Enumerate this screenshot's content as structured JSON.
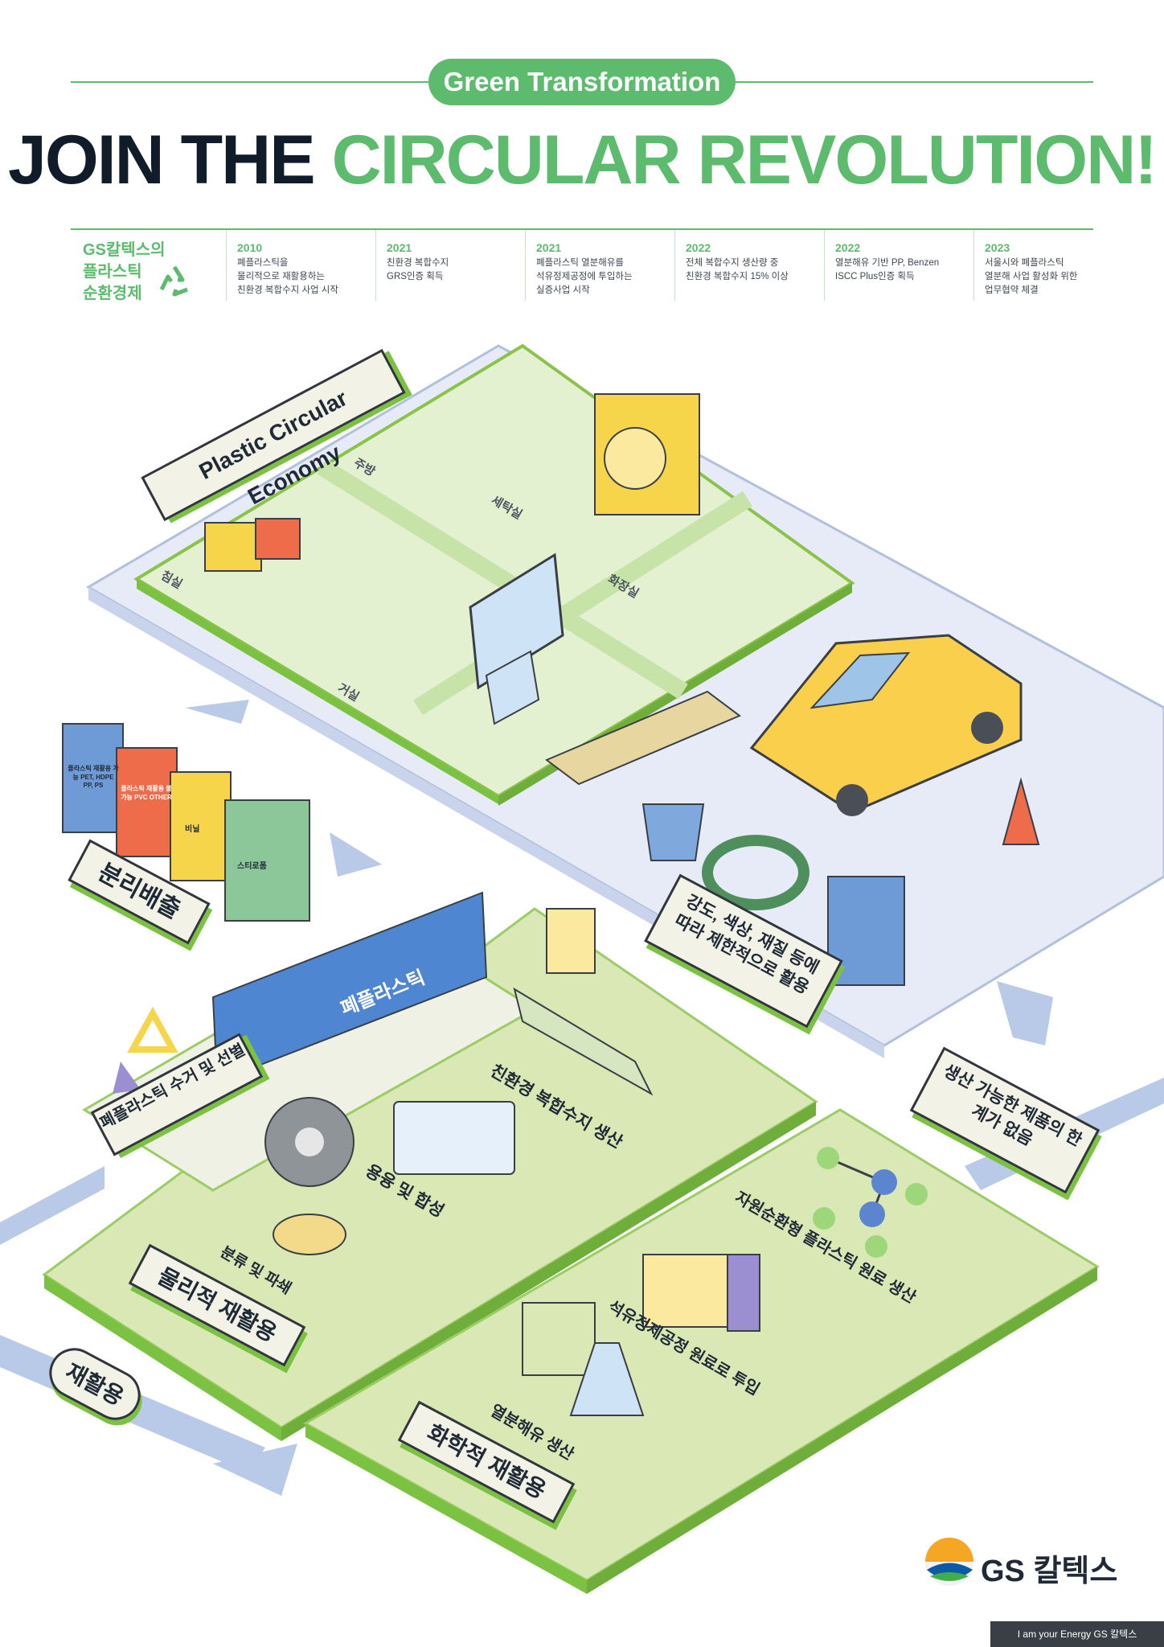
{
  "header": {
    "badge": "Green Transformation",
    "headline_dark": "JOIN THE",
    "headline_green": "CIRCULAR REVOLUTION!"
  },
  "timeline": {
    "brand_lines": [
      "GS칼텍스의",
      "플라스틱",
      "순환경제"
    ],
    "entries": [
      {
        "year": "2010",
        "text": "폐플라스틱을\n물리적으로 재활용하는\n친환경 복합수지 사업 시작"
      },
      {
        "year": "2021",
        "text": "친환경 복합수지\nGRS인증 획득"
      },
      {
        "year": "2021",
        "text": "폐플라스틱 열분해유를\n석유정제공정에 투입하는\n실증사업 시작"
      },
      {
        "year": "2022",
        "text": "전체 복합수지 생산량 중\n친환경 복합수지 15% 이상"
      },
      {
        "year": "2022",
        "text": "열분해유 기반 PP, Benzen\nISCC Plus인증 획득"
      },
      {
        "year": "2023",
        "text": "서울시와 폐플라스틱\n열분해 사업 활성화 위한\n업무협약 체결"
      }
    ]
  },
  "scene": {
    "sign_economy": "Plastic Circular Economy",
    "rooms": {
      "kitchen": "주방",
      "laundry": "세탁실",
      "bedroom": "침실",
      "bathroom": "화장실",
      "living": "거실"
    },
    "bin_labels": {
      "blue": "플라스틱 재활용 가능 PET, HDPE PP, PS",
      "red": "플라스틱 재활용 불가능 PVC OTHER",
      "yellow": "비닐",
      "green": "스티로폼"
    },
    "sign_separate": "분리배출",
    "container_label": "폐플라스틱",
    "sign_collect": "폐플라스틱 수거 및 선별",
    "sign_limited": "강도, 색상, 재질 등에 따라 제한적으로 활용",
    "sign_unlimited": "생산 가능한 제품의 한계가 없음",
    "physical": {
      "step_produce": "친환경 복합수지 생산",
      "step_melt": "용융 및 합성",
      "step_crush": "분류 및 파쇄",
      "sign": "물리적 재활용"
    },
    "chemical": {
      "step_raw": "자원순환형 플라스틱 원료 생산",
      "step_refinery": "석유정제공정 원료로 투입",
      "step_pyrolysis": "열분해유 생산",
      "sign": "화학적 재활용"
    },
    "recycle_label": "재활용"
  },
  "brand": {
    "logo_text": "GS 칼텍스",
    "footer": "I am your Energy  GS 칼텍스"
  },
  "colors": {
    "green": "#5cbb6c",
    "lime": "#7cc242",
    "navy": "#111c2b",
    "platform": "#e6ebf7",
    "field": "#d9e8b5"
  }
}
